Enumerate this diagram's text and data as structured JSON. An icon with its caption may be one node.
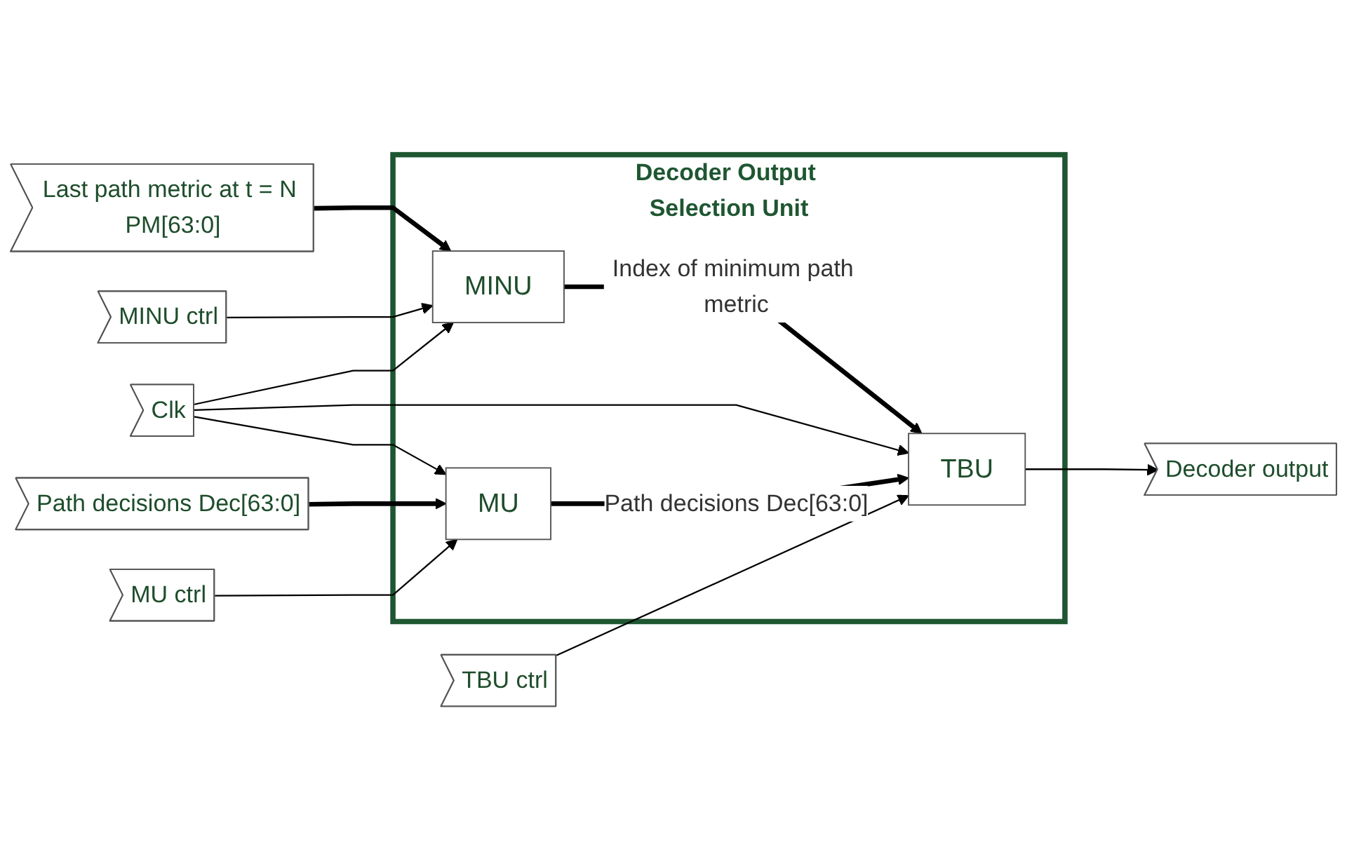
{
  "diagram": {
    "nodes": [
      {
        "text": [
          "Decoder Output Selection Unit"
        ]
      },
      {
        "text": [
          "MINU"
        ],
        "in": 0
      },
      {
        "text": [
          "MU"
        ],
        "in": 0
      },
      {
        "text": [
          "TBU"
        ],
        "in": 0
      },
      {
        "text": [
          "Last path metric at t = N PM[63:0]"
        ]
      },
      {
        "text": [
          "MINU ctrl"
        ]
      },
      {
        "text": [
          "Clk"
        ]
      },
      {
        "text": [
          "Path decisions Dec[63:0]"
        ]
      },
      {
        "text": [
          "MU ctrl"
        ]
      },
      {
        "text": [
          "TBU ctrl"
        ]
      },
      {
        "text": [
          "Decoder output"
        ]
      }
    ],
    "edges": [
      {
        "from": 4,
        "to": 1,
        "arrow": "to",
        "style": "thick"
      },
      {
        "from": 5,
        "to": 1,
        "arrow": "to"
      },
      {
        "from": 6,
        "to": 1,
        "arrow": "to"
      },
      {
        "from": 6,
        "to": 3,
        "arrow": "to"
      },
      {
        "from": 6,
        "to": 2,
        "arrow": "to"
      },
      {
        "from": 7,
        "to": 2,
        "arrow": "to",
        "style": "thick"
      },
      {
        "from": 8,
        "to": 2,
        "arrow": "to"
      },
      {
        "from": 1,
        "to": 3,
        "arrow": "to",
        "style": "thick",
        "label": "Index of minimum path metric"
      },
      {
        "from": 2,
        "to": 3,
        "arrow": "to",
        "style": "thick",
        "label": "Path decisions Dec[63:0]"
      },
      {
        "from": 9,
        "to": 3,
        "arrow": "to"
      },
      {
        "from": 3,
        "to": 10,
        "arrow": "to"
      }
    ]
  }
}
